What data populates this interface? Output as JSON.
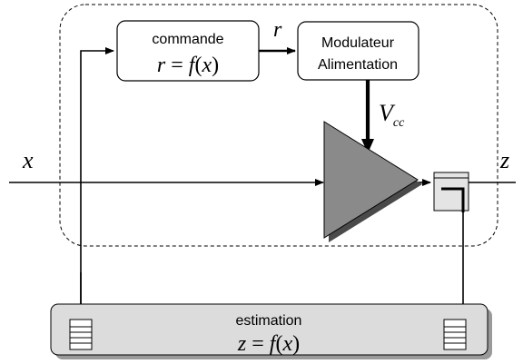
{
  "signals": {
    "input": "x",
    "output": "z",
    "control": "r",
    "supply": "V",
    "supply_sub": "cc"
  },
  "command_block": {
    "label": "commande",
    "equation_lhs": "r",
    "equation_rhs": "f",
    "equation_arg": "x"
  },
  "modulator_block": {
    "line1": "Modulateur",
    "line2": "Alimentation"
  },
  "estimation_block": {
    "label": "estimation",
    "equation_lhs": "z",
    "equation_rhs": "f",
    "equation_arg": "x"
  },
  "colors": {
    "amplifier_fill": "#8a8a8a",
    "estimation_fill": "#dcdcdc",
    "coupler_fill": "#e4e4e4"
  }
}
